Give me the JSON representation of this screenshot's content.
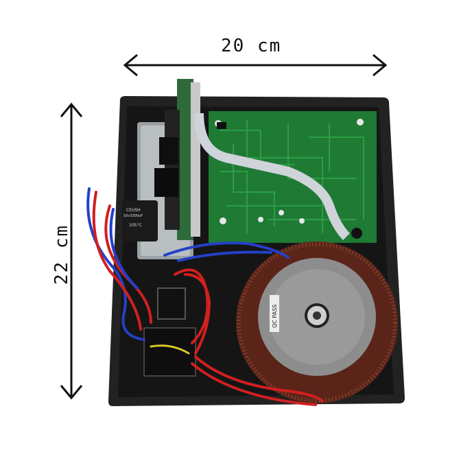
{
  "dimensions": {
    "width_label": "20 cm",
    "height_label": "22 cm"
  },
  "capacitor": {
    "brand": "CEUSH",
    "rating": "50v3300uF",
    "temp": "105°C"
  },
  "transformer": {
    "sticker": "QC PASS"
  },
  "colors": {
    "chassis": "#1b1b1b",
    "pcb": "#1f7a34",
    "toroid_winding": "#5a2418",
    "toroid_core": "#8d8d8d",
    "wire_red": "#d21f1f",
    "wire_blue": "#2340c8"
  }
}
